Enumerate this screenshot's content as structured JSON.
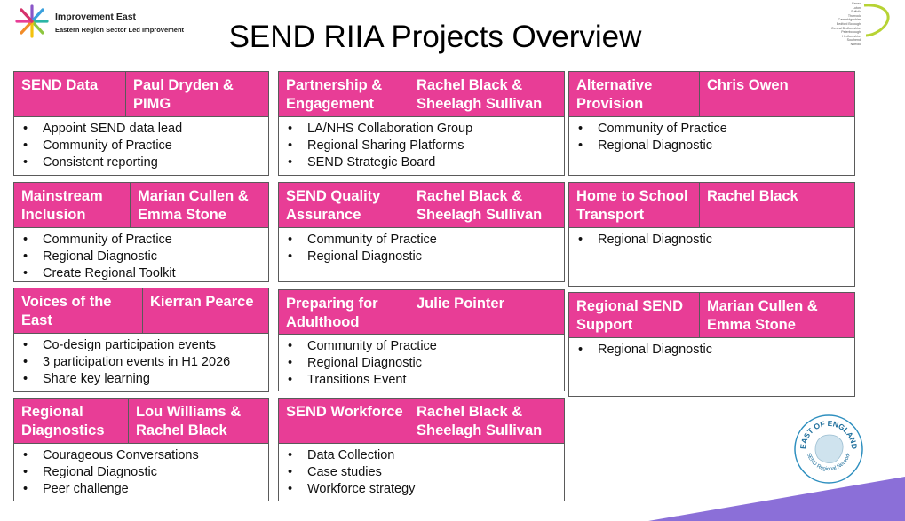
{
  "logo": {
    "title": "Improvement East",
    "subtitle": "Eastern Region Sector Led Improvement"
  },
  "page_title": "SEND RIIA Projects Overview",
  "topright_names": [
    "Essex",
    "Luton",
    "Suffolk",
    "Thurrock",
    "Cambridgeshire",
    "Bedford Borough",
    "Central Bedfordshire",
    "Peterborough",
    "Hertfordshire",
    "Southend",
    "Norfolk"
  ],
  "badge": {
    "top": "EAST OF ENGLAND",
    "bottom": "SEND Regional Network"
  },
  "colors": {
    "header": "#e83d96",
    "border": "#5a5a5a",
    "accent_purple": "#8b6fd8",
    "logo_green": "#b7d334"
  },
  "cards": [
    {
      "name": "SEND Data",
      "lead": "Paul Dryden & PIMG",
      "items": [
        "Appoint SEND data lead",
        "Community of Practice",
        "Consistent reporting"
      ]
    },
    {
      "name": "Mainstream Inclusion",
      "lead": "Marian Cullen & Emma Stone",
      "items": [
        "Community of Practice",
        "Regional Diagnostic",
        "Create Regional Toolkit"
      ]
    },
    {
      "name": "Voices of the East",
      "lead": "Kierran Pearce",
      "items": [
        "Co-design participation events",
        "3 participation events in H1 2026",
        "Share key learning"
      ]
    },
    {
      "name": "Regional Diagnostics",
      "lead": "Lou Williams & Rachel Black",
      "items": [
        "Courageous Conversations",
        "Regional Diagnostic",
        "Peer challenge"
      ]
    },
    {
      "name": "Partnership & Engagement",
      "lead": "Rachel Black & Sheelagh Sullivan",
      "items": [
        "LA/NHS Collaboration Group",
        "Regional Sharing Platforms",
        "SEND Strategic Board"
      ]
    },
    {
      "name": "SEND Quality Assurance",
      "lead": "Rachel Black & Sheelagh Sullivan",
      "items": [
        "Community of Practice",
        "Regional Diagnostic"
      ]
    },
    {
      "name": "Preparing for Adulthood",
      "lead": "Julie Pointer",
      "items": [
        "Community of Practice",
        "Regional Diagnostic",
        "Transitions Event"
      ]
    },
    {
      "name": "SEND Workforce",
      "lead": "Rachel Black & Sheelagh Sullivan",
      "items": [
        "Data Collection",
        "Case studies",
        "Workforce strategy"
      ]
    },
    {
      "name": "Alternative Provision",
      "lead": "Chris Owen",
      "items": [
        "Community of Practice",
        "Regional Diagnostic"
      ]
    },
    {
      "name": "Home to School Transport",
      "lead": "Rachel Black",
      "items": [
        "Regional Diagnostic"
      ]
    },
    {
      "name": "Regional SEND Support",
      "lead": "Marian Cullen & Emma Stone",
      "items": [
        "Regional Diagnostic"
      ]
    }
  ]
}
